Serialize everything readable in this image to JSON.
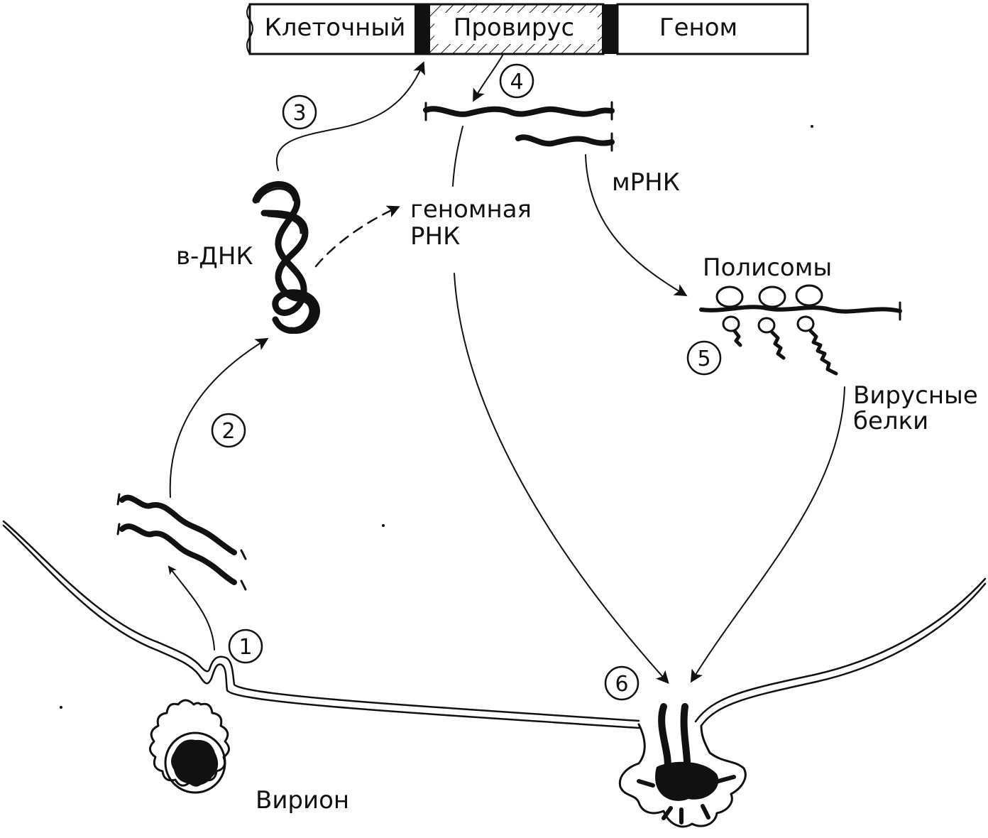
{
  "genome_bar": {
    "left": "Клеточный",
    "middle": "Провирус",
    "right": "Геном"
  },
  "labels": {
    "ds_dna": "в-ДНК",
    "genomic_rna_line1": "геномная",
    "genomic_rna_line2": "РНК",
    "mrna": "мРНК",
    "polysomes": "Полисомы",
    "viral_proteins_line1": "Вирусные",
    "viral_proteins_line2": "белки",
    "virion": "Вирион"
  },
  "steps": [
    "1",
    "2",
    "3",
    "4",
    "5",
    "6"
  ]
}
